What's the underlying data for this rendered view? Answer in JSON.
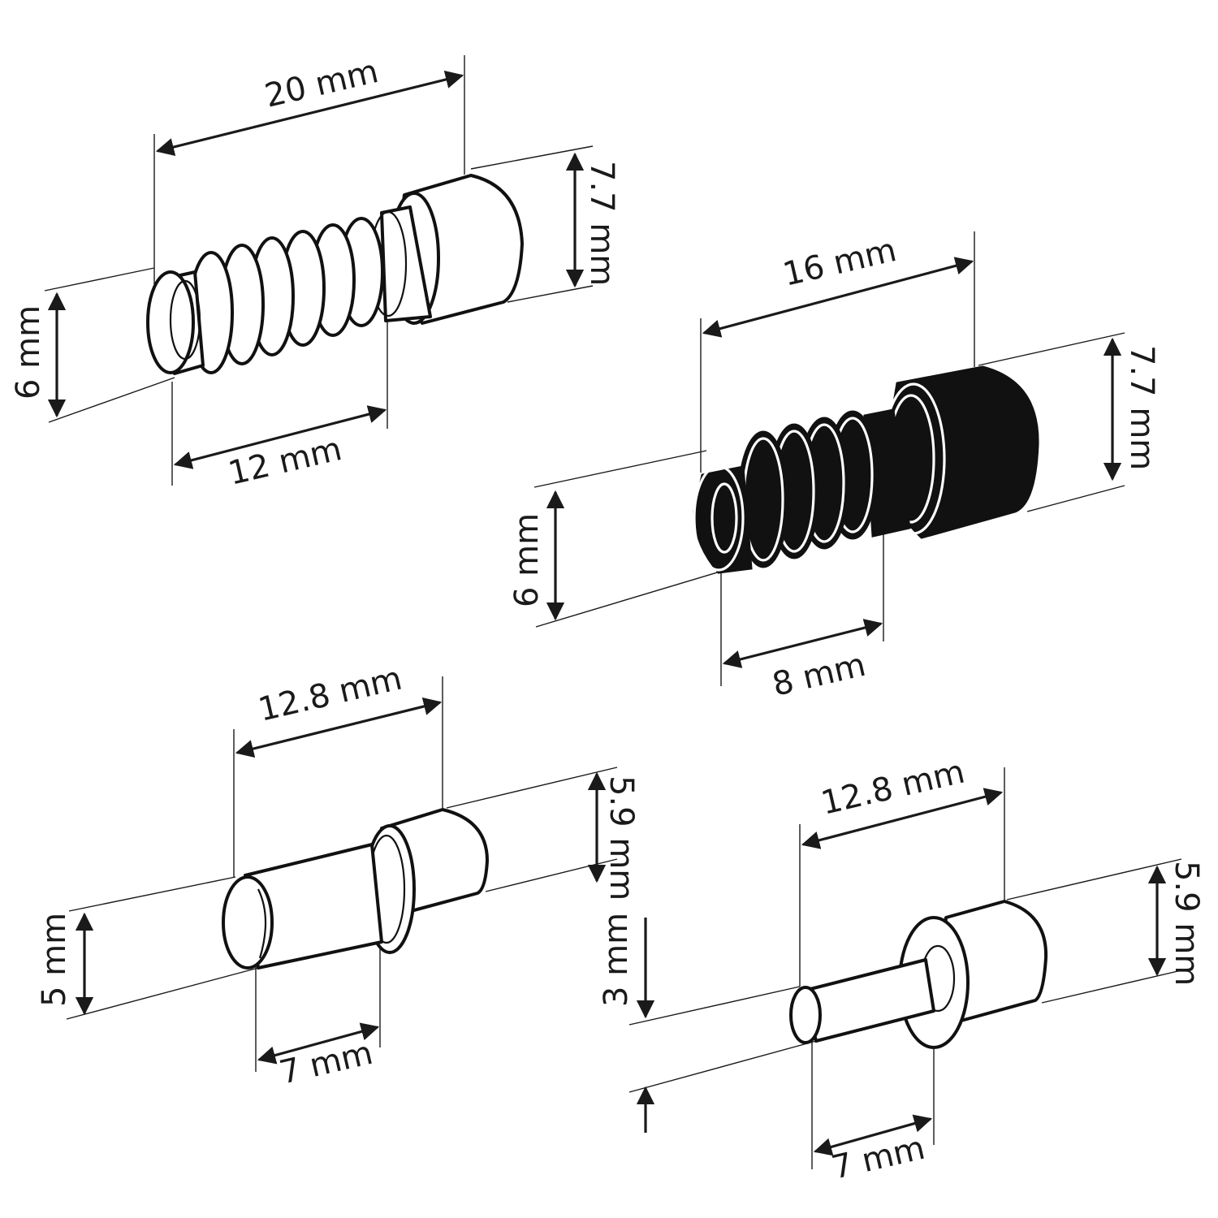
{
  "dimensions": {
    "pin1": {
      "total_length": "20 mm",
      "thread_length": "12 mm",
      "thread_diameter": "6 mm",
      "head_diameter": "7.7 mm"
    },
    "pin2": {
      "total_length": "16 mm",
      "thread_length": "8 mm",
      "thread_diameter": "6 mm",
      "head_diameter": "7.7 mm"
    },
    "pin3": {
      "total_length": "12.8 mm",
      "pin_length": "7  mm",
      "pin_diameter": "5 mm",
      "head_diameter": "5.9 mm"
    },
    "pin4": {
      "total_length": "12.8 mm",
      "pin_length": "7 mm",
      "pin_diameter": "3 mm",
      "head_diameter": "5.9 mm"
    }
  },
  "colors": {
    "ink": "#111111",
    "background": "#ffffff"
  }
}
